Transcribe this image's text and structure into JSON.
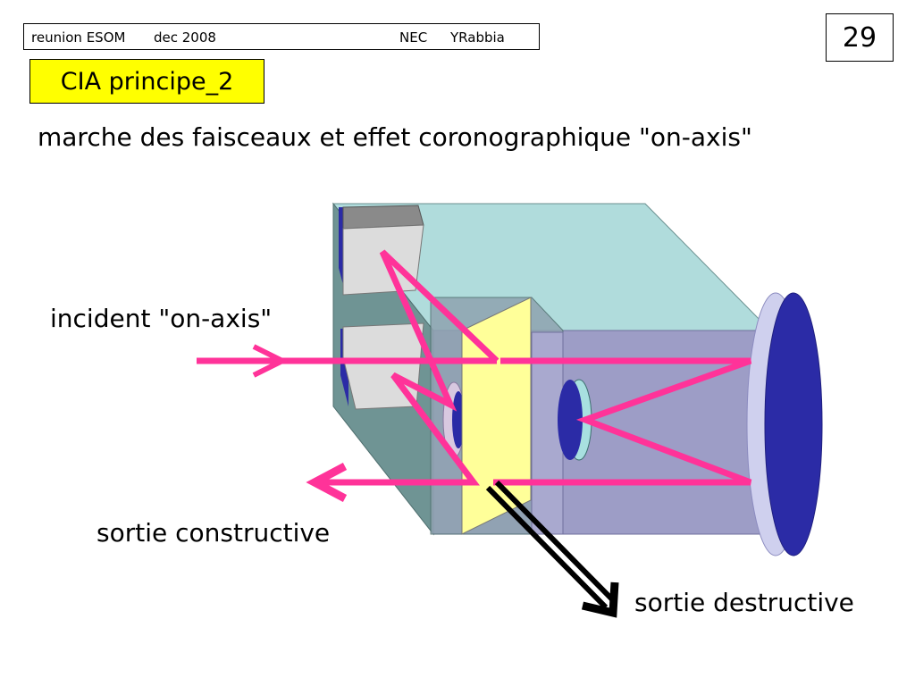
{
  "header": {
    "event": "reunion ESOM",
    "date": "dec 2008",
    "org": "NEC",
    "author": "YRabbia"
  },
  "slide_number": "29",
  "title": "CIA principe_2",
  "subtitle": "marche des faisceaux et effet coronographique \"on-axis\"",
  "labels": {
    "incident": "incident \"on-axis\"",
    "constructive": "sortie constructive",
    "destructive": "sortie destructive"
  },
  "colors": {
    "beam": "#ff3399",
    "housing_top": "#b0dcdc",
    "housing_side": "#6f9494",
    "housing_front": "#9d9dc6",
    "beamsplitter": "#ffff99",
    "mirror": "#2b2ba6",
    "title_bg": "#ffff00"
  }
}
